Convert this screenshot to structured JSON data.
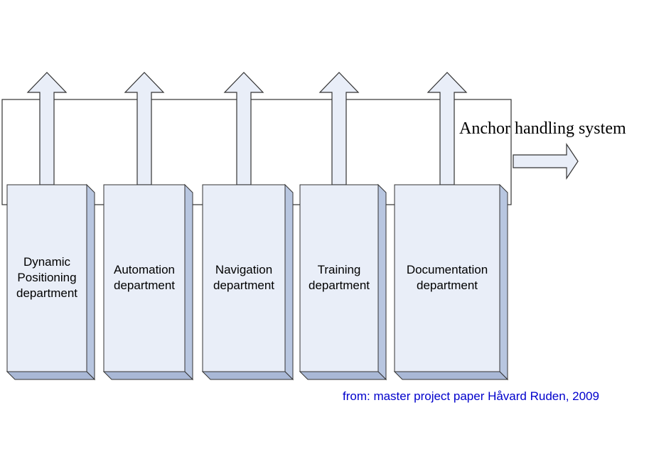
{
  "system": {
    "label": "Anchor handling system"
  },
  "departments": [
    {
      "lines": [
        "Dynamic",
        "Positioning",
        "department"
      ]
    },
    {
      "lines": [
        "Automation",
        "department"
      ]
    },
    {
      "lines": [
        "Navigation",
        "department"
      ]
    },
    {
      "lines": [
        "Training",
        "department"
      ]
    },
    {
      "lines": [
        "Documentation",
        "department"
      ]
    }
  ],
  "credit": "from: master project paper Håvard Ruden, 2009",
  "colors": {
    "box_fill": "#e9eef8",
    "box_side": "#b8c6e0",
    "box_bottom": "#a9b8d6",
    "arrow_fill": "#e9eef8",
    "stroke": "#333333",
    "credit_text": "#0000cc"
  }
}
